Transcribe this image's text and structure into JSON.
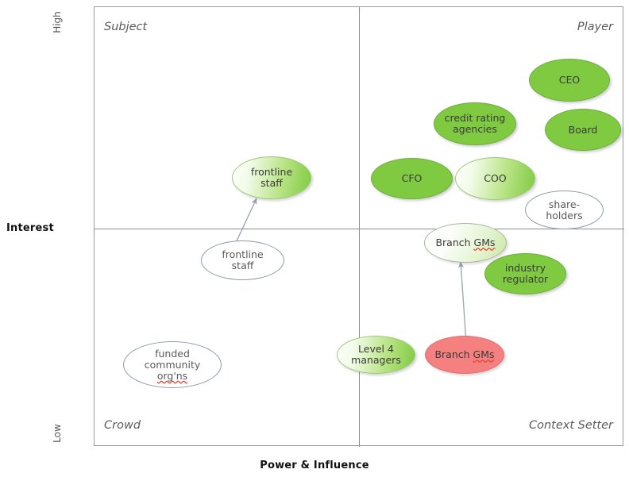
{
  "axes": {
    "y_title": "Interest",
    "y_high": "High",
    "y_low": "Low",
    "x_title": "Power & Influence"
  },
  "quadrants": {
    "top_left": "Subject",
    "top_right": "Player",
    "bottom_left": "Crowd",
    "bottom_right": "Context Setter"
  },
  "colors": {
    "solid_green": "#7fca41",
    "red": "#f58080",
    "white": "#ffffff",
    "frame": "#9a9a9a",
    "divider": "#8c8c8c",
    "quad_label": "#5a5a5a",
    "connector": "#8795a1",
    "spellcheck": "#e8412f"
  },
  "chart_data": {
    "type": "scatter",
    "title": "",
    "xlabel": "Power & Influence",
    "ylabel": "Interest",
    "xlim": [
      "Low",
      "High"
    ],
    "ylim": [
      "Low",
      "High"
    ],
    "grid": false,
    "legend": "none",
    "quadrants": [
      "Subject",
      "Player",
      "Crowd",
      "Context Setter"
    ],
    "nodes": [
      {
        "id": "frontline-staff-target",
        "label": "frontline staff",
        "lines": [
          "frontline",
          "staff"
        ],
        "quadrant": "Subject",
        "fill": "grad-green",
        "misspelled": ""
      },
      {
        "id": "frontline-staff-source",
        "label": "frontline staff",
        "lines": [
          "frontline",
          "staff"
        ],
        "quadrant": "Crowd",
        "fill": "white",
        "misspelled": ""
      },
      {
        "id": "funded-community-orgns",
        "label": "funded community org'ns",
        "lines": [
          "funded",
          "community",
          "org'ns"
        ],
        "quadrant": "Crowd",
        "fill": "white",
        "misspelled": "org'ns"
      },
      {
        "id": "credit-rating-agencies",
        "label": "credit rating agencies",
        "lines": [
          "credit rating",
          "agencies"
        ],
        "quadrant": "Player",
        "fill": "solid-green",
        "misspelled": ""
      },
      {
        "id": "ceo",
        "label": "CEO",
        "lines": [
          "CEO"
        ],
        "quadrant": "Player",
        "fill": "solid-green",
        "misspelled": ""
      },
      {
        "id": "board",
        "label": "Board",
        "lines": [
          "Board"
        ],
        "quadrant": "Player",
        "fill": "solid-green",
        "misspelled": ""
      },
      {
        "id": "cfo",
        "label": "CFO",
        "lines": [
          "CFO"
        ],
        "quadrant": "Player",
        "fill": "solid-green",
        "misspelled": ""
      },
      {
        "id": "coo",
        "label": "COO",
        "lines": [
          "COO"
        ],
        "quadrant": "Player",
        "fill": "grad-green",
        "misspelled": ""
      },
      {
        "id": "shareholders",
        "label": "share-holders",
        "lines": [
          "share-",
          "holders"
        ],
        "quadrant": "Player",
        "fill": "white",
        "misspelled": ""
      },
      {
        "id": "branch-gms-target",
        "label": "Branch GMs",
        "lines": [
          "Branch GMs"
        ],
        "quadrant": "Context Setter",
        "fill": "grad-pale",
        "misspelled": "GMs"
      },
      {
        "id": "industry-regulator",
        "label": "industry regulator",
        "lines": [
          "industry",
          "regulator"
        ],
        "quadrant": "Context Setter",
        "fill": "solid-green",
        "misspelled": ""
      },
      {
        "id": "level-4-managers",
        "label": "Level 4 managers",
        "lines": [
          "Level 4",
          "managers"
        ],
        "quadrant": "Crowd/Context Setter",
        "fill": "grad-green",
        "misspelled": ""
      },
      {
        "id": "branch-gms-source",
        "label": "Branch GMs",
        "lines": [
          "Branch GMs"
        ],
        "quadrant": "Context Setter",
        "fill": "red",
        "misspelled": "GMs"
      }
    ],
    "connectors": [
      {
        "from": "frontline-staff-source",
        "to": "frontline-staff-target",
        "style": "arrow"
      },
      {
        "from": "branch-gms-source",
        "to": "branch-gms-target",
        "style": "arrow"
      }
    ]
  },
  "labels": {
    "frontline_1": "frontline",
    "frontline_2": "staff",
    "funded_1": "funded",
    "funded_2": "community",
    "funded_3": "org'ns",
    "credit_1": "credit rating",
    "credit_2": "agencies",
    "ceo": "CEO",
    "board": "Board",
    "cfo": "CFO",
    "coo": "COO",
    "share_1": "share-",
    "share_2": "holders",
    "branch_gms_a": "Branch ",
    "branch_gms_b": "GMs",
    "industry_1": "industry",
    "industry_2": "regulator",
    "level4_1": "Level 4",
    "level4_2": "managers"
  }
}
